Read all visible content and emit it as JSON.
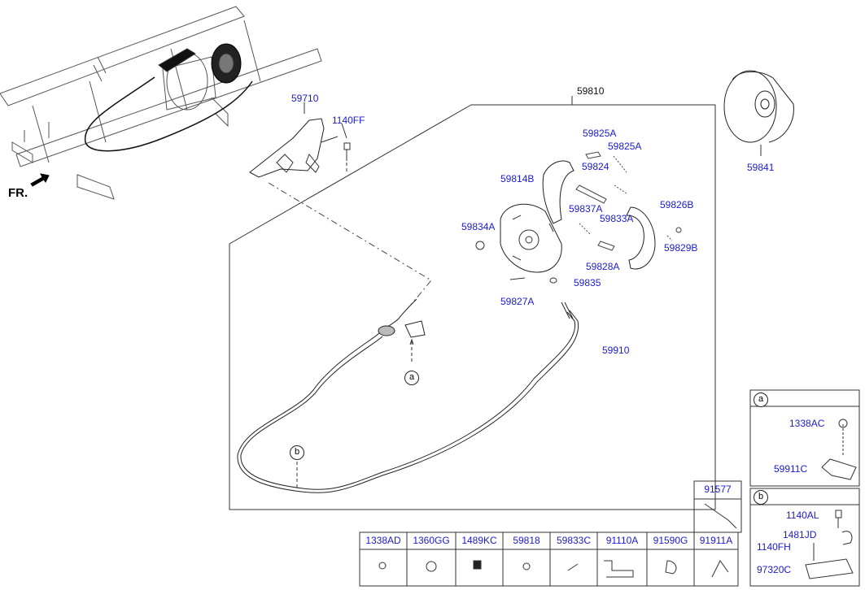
{
  "orientation_label": "FR.",
  "callouts": {
    "c59710": "59710",
    "c1140FF": "1140FF",
    "c59810": "59810",
    "c59825A_1": "59825A",
    "c59825A_2": "59825A",
    "c59824": "59824",
    "c59814B": "59814B",
    "c59837A": "59837A",
    "c59833A": "59833A",
    "c59826B": "59826B",
    "c59834A": "59834A",
    "c59829B": "59829B",
    "c59828A": "59828A",
    "c59835": "59835",
    "c59827A": "59827A",
    "c59910": "59910",
    "c59841": "59841"
  },
  "markers": {
    "a": "a",
    "b": "b"
  },
  "detail_a": {
    "marker": "a",
    "parts": [
      "1338AC",
      "59911C"
    ]
  },
  "detail_b": {
    "marker": "b",
    "parts": [
      "1140AL",
      "1481JD",
      "1140FH",
      "97320C"
    ]
  },
  "single_part": "91577",
  "parts_table": [
    "1338AD",
    "1360GG",
    "1489KC",
    "59818",
    "59833C",
    "91110A",
    "91590G",
    "91911A"
  ],
  "icons": {
    "drum": "brake-drum-icon",
    "backing_plate": "backing-plate-icon",
    "cable": "parking-brake-cable-icon",
    "lever": "parking-brake-lever-icon"
  }
}
